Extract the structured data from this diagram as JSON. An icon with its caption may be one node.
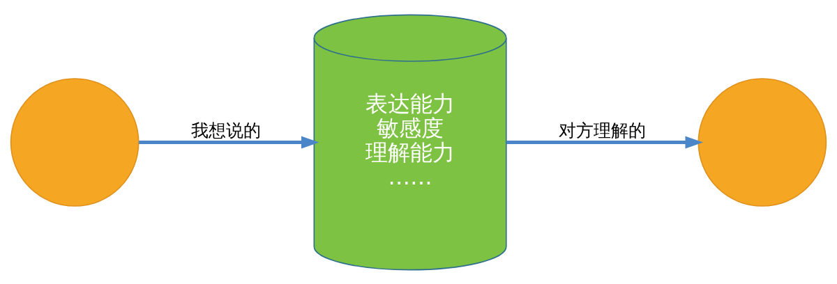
{
  "diagram": {
    "nodes": [
      {
        "text": [],
        "shape": "circle"
      },
      {
        "text": [
          "表达能力",
          "敏感度",
          "理解能力",
          "……"
        ]
      },
      {
        "text": [],
        "shape": "circle"
      }
    ],
    "edges": [
      {
        "from": 0,
        "to": 1,
        "arrow": "to",
        "label": "我想说的"
      },
      {
        "from": 1,
        "to": 2,
        "arrow": "to",
        "label": "对方理解的"
      }
    ]
  }
}
